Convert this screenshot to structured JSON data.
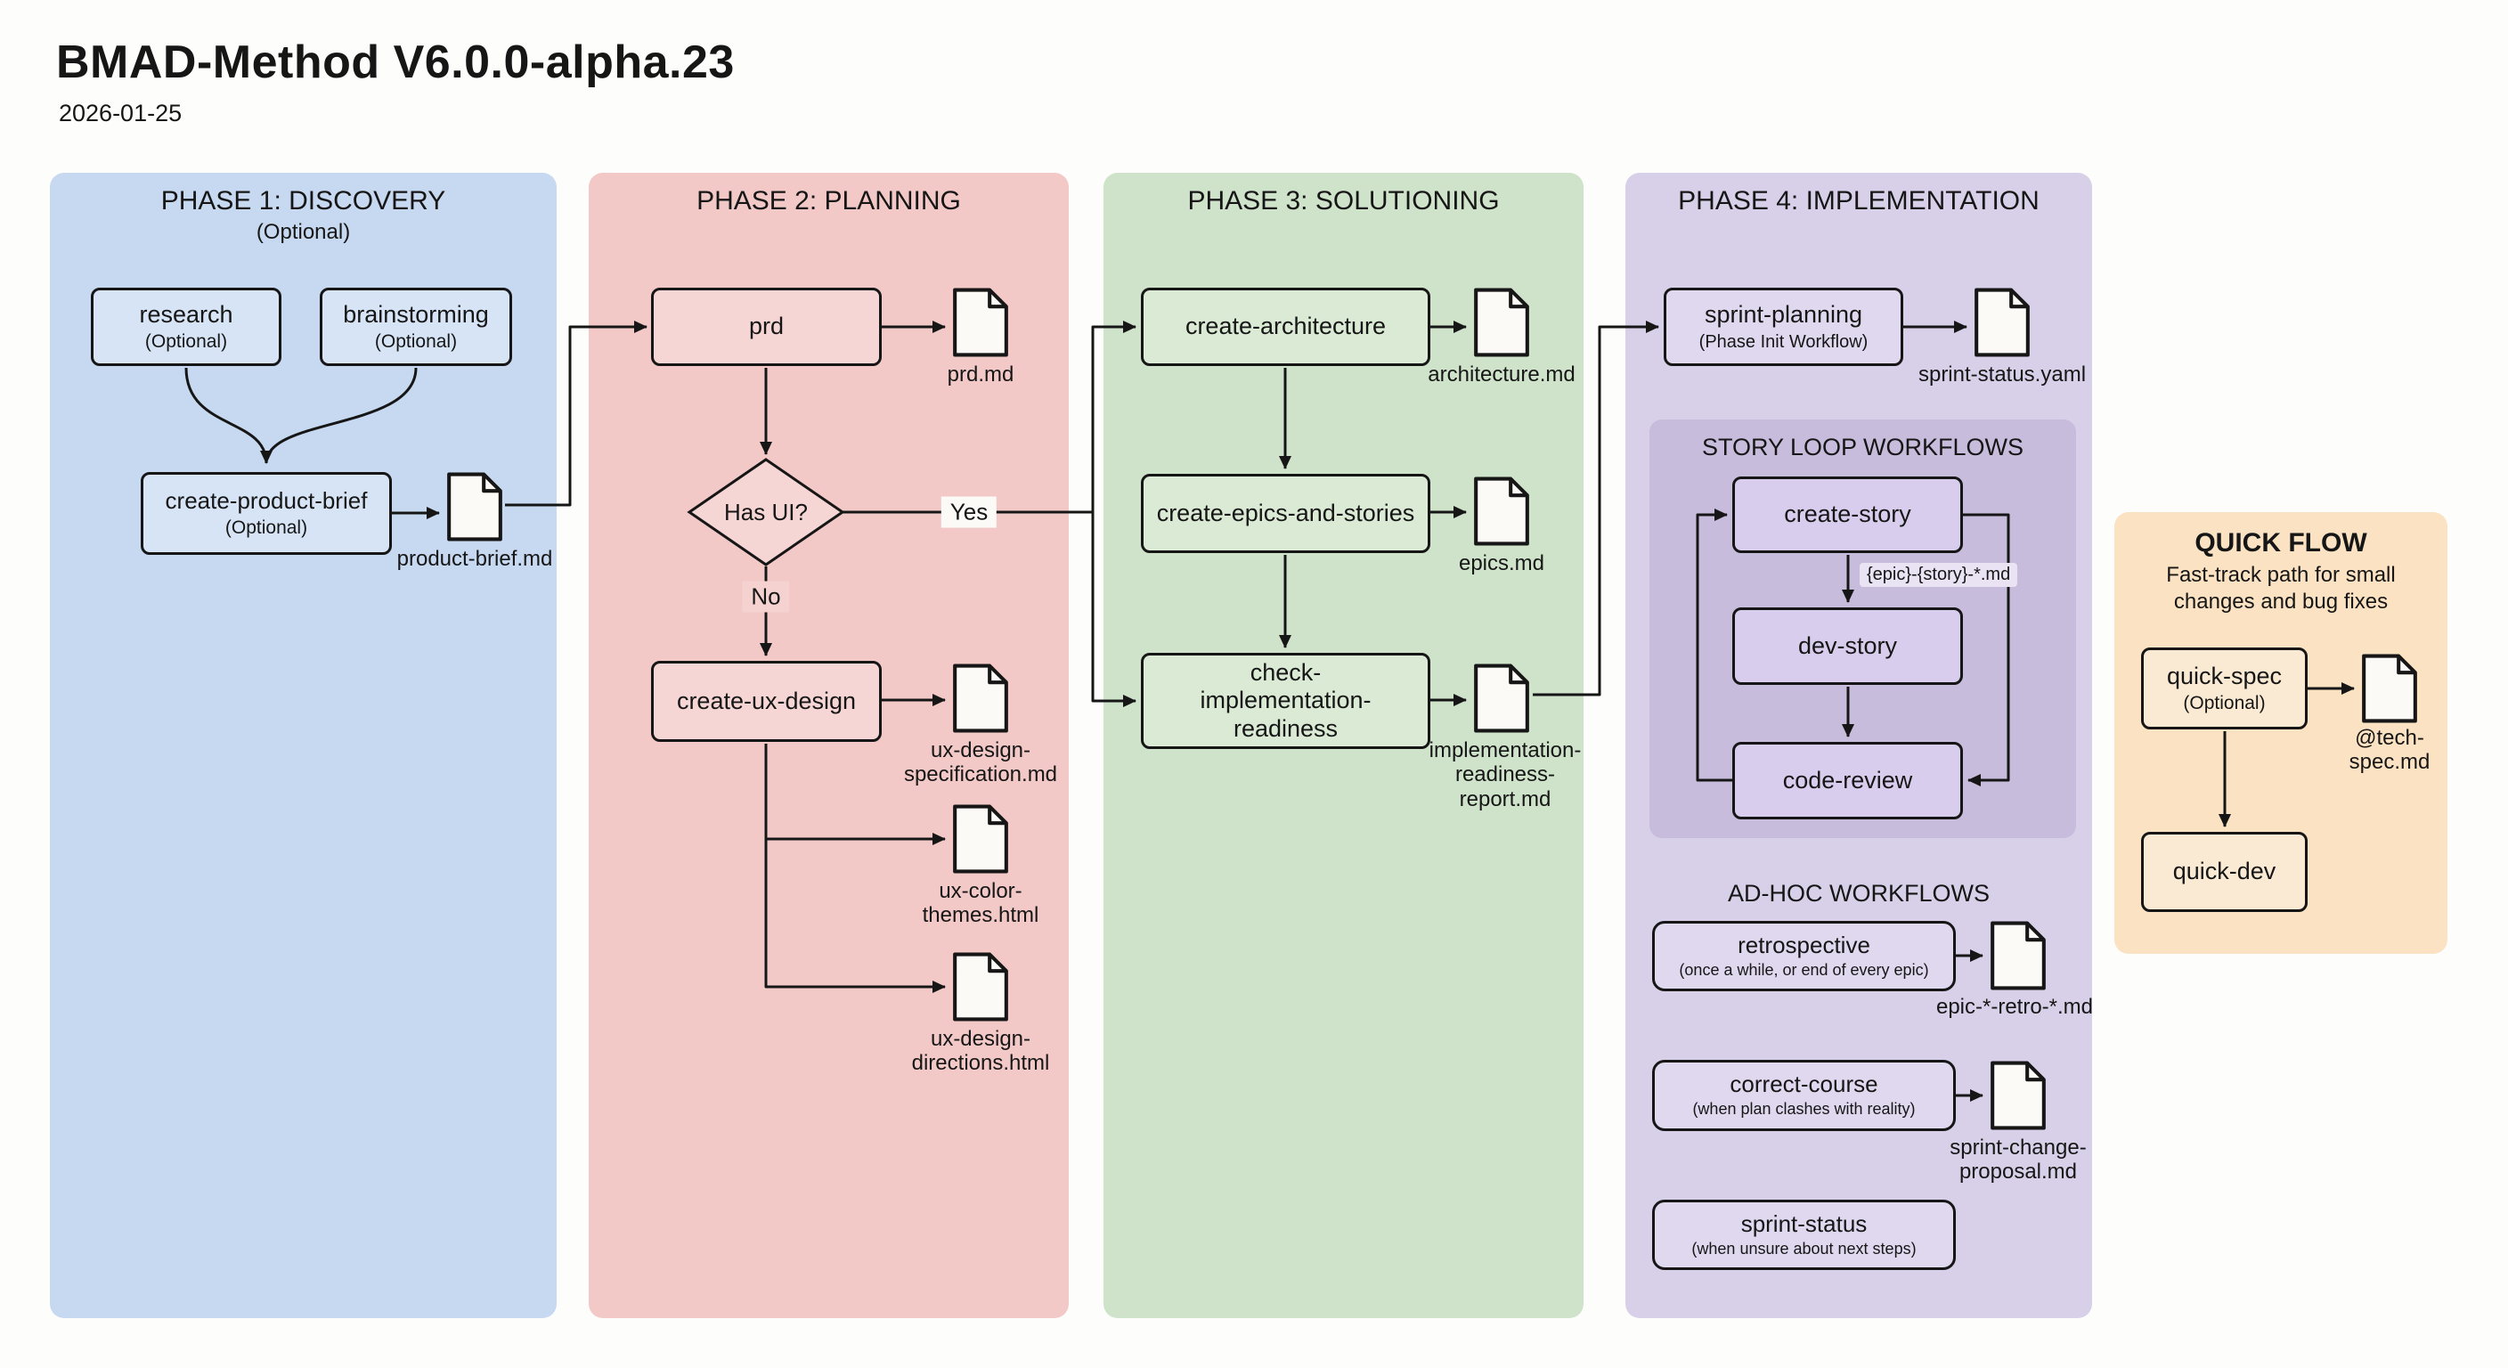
{
  "title": "BMAD-Method V6.0.0-alpha.23",
  "date": "2026-01-25",
  "colors": {
    "phase1_bg": "#c7d9f0",
    "phase2_bg": "#f2c9c7",
    "phase3_bg": "#cfe3ca",
    "phase4_bg": "#d8d0e8",
    "story_loop_bg": "#c8bcdd",
    "quick_flow_bg": "#fbe2c2",
    "stroke": "#161616"
  },
  "phase1": {
    "header": "PHASE 1: DISCOVERY",
    "header_sub": "(Optional)",
    "research_label": "research",
    "research_sub": "(Optional)",
    "brainstorming_label": "brainstorming",
    "brainstorming_sub": "(Optional)",
    "brief_label": "create-product-brief",
    "brief_sub": "(Optional)",
    "doc_brief": "product-brief.md"
  },
  "phase2": {
    "header": "PHASE 2: PLANNING",
    "prd": "prd",
    "doc_prd": "prd.md",
    "decision": "Has UI?",
    "yes": "Yes",
    "no": "No",
    "ux": "create-ux-design",
    "doc_spec": "ux-design-specification.md",
    "doc_colors": "ux-color-themes.html",
    "doc_directions": "ux-design-directions.html"
  },
  "phase3": {
    "header": "PHASE 3: SOLUTIONING",
    "arch": "create-architecture",
    "doc_arch": "architecture.md",
    "epics": "create-epics-and-stories",
    "doc_epics": "epics.md",
    "check": "check-implementation-readiness",
    "doc_report": "implementation-readiness-report.md"
  },
  "phase4": {
    "header": "PHASE 4: IMPLEMENTATION",
    "sprint_planning_label": "sprint-planning",
    "sprint_planning_sub": "(Phase Init Workflow)",
    "doc_sprint_status": "sprint-status.yaml",
    "loop_header": "STORY LOOP WORKFLOWS",
    "create_story": "create-story",
    "loop_edge_label": "{epic}-{story}-*.md",
    "dev_story": "dev-story",
    "code_review": "code-review",
    "adhoc_header": "AD-HOC WORKFLOWS",
    "retro_label": "retrospective",
    "retro_sub": "(once a while, or end of every epic)",
    "doc_retro": "epic-*-retro-*.md",
    "course_label": "correct-course",
    "course_sub": "(when plan clashes with reality)",
    "doc_course": "sprint-change-proposal.md",
    "status_label": "sprint-status",
    "status_sub": "(when unsure about next steps)"
  },
  "quick": {
    "header": "QUICK FLOW",
    "sub": "Fast-track path for small changes and bug fixes",
    "spec_label": "quick-spec",
    "spec_sub": "(Optional)",
    "doc_spec": "@tech-spec.md",
    "dev": "quick-dev"
  },
  "edges": [
    {
      "from": "research",
      "to": "create-product-brief"
    },
    {
      "from": "brainstorming",
      "to": "create-product-brief"
    },
    {
      "from": "create-product-brief",
      "to": "product-brief.md"
    },
    {
      "from": "product-brief.md",
      "to": "prd"
    },
    {
      "from": "prd",
      "to": "prd.md"
    },
    {
      "from": "prd",
      "to": "Has UI?"
    },
    {
      "from": "Has UI?",
      "to": "create-architecture",
      "label": "Yes"
    },
    {
      "from": "Has UI?",
      "to": "check-implementation-readiness",
      "label": "Yes"
    },
    {
      "from": "Has UI?",
      "to": "create-ux-design",
      "label": "No"
    },
    {
      "from": "create-ux-design",
      "to": "ux-design-specification.md"
    },
    {
      "from": "create-ux-design",
      "to": "ux-color-themes.html"
    },
    {
      "from": "create-ux-design",
      "to": "ux-design-directions.html"
    },
    {
      "from": "create-architecture",
      "to": "architecture.md"
    },
    {
      "from": "create-architecture",
      "to": "create-epics-and-stories"
    },
    {
      "from": "create-epics-and-stories",
      "to": "epics.md"
    },
    {
      "from": "create-epics-and-stories",
      "to": "check-implementation-readiness"
    },
    {
      "from": "check-implementation-readiness",
      "to": "implementation-readiness-report.md"
    },
    {
      "from": "implementation-readiness-report.md",
      "to": "sprint-planning"
    },
    {
      "from": "sprint-planning",
      "to": "sprint-status.yaml"
    },
    {
      "from": "create-story",
      "to": "dev-story",
      "label": "{epic}-{story}-*.md"
    },
    {
      "from": "dev-story",
      "to": "code-review"
    },
    {
      "from": "code-review",
      "to": "create-story"
    },
    {
      "from": "retrospective",
      "to": "epic-*-retro-*.md"
    },
    {
      "from": "correct-course",
      "to": "sprint-change-proposal.md"
    },
    {
      "from": "quick-spec",
      "to": "@tech-spec.md"
    },
    {
      "from": "quick-spec",
      "to": "quick-dev"
    }
  ]
}
